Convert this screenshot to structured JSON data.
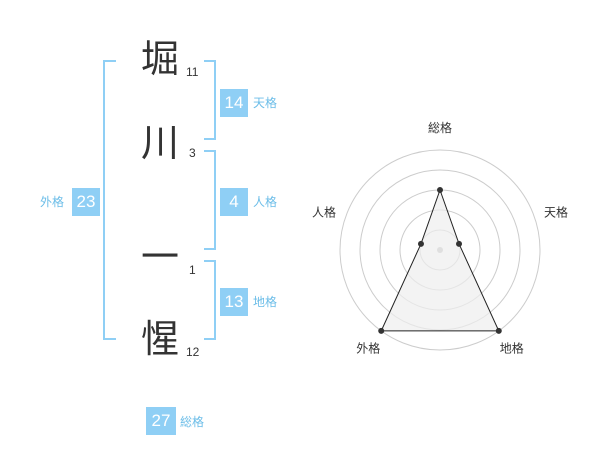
{
  "name": {
    "chars": [
      {
        "char": "堀",
        "strokes": "11"
      },
      {
        "char": "川",
        "strokes": "3"
      },
      {
        "char": "一",
        "strokes": "1"
      },
      {
        "char": "惺",
        "strokes": "12"
      }
    ]
  },
  "fortunes": {
    "tenkaku": {
      "value": "14",
      "label": "天格"
    },
    "jinkaku": {
      "value": "4",
      "label": "人格"
    },
    "chikaku": {
      "value": "13",
      "label": "地格"
    },
    "gaikaku": {
      "value": "23",
      "label": "外格"
    },
    "soukaku": {
      "value": "27",
      "label": "総格"
    }
  },
  "chart_data": {
    "type": "radar",
    "axes": [
      "総格",
      "天格",
      "地格",
      "外格",
      "人格"
    ],
    "rings": 5,
    "range": [
      0,
      5
    ],
    "values": [
      3,
      1,
      5,
      5,
      1
    ],
    "colors": {
      "fill": "#eeeeee",
      "line": "#222222",
      "grid": "#cccccc",
      "point": "#333333"
    }
  }
}
